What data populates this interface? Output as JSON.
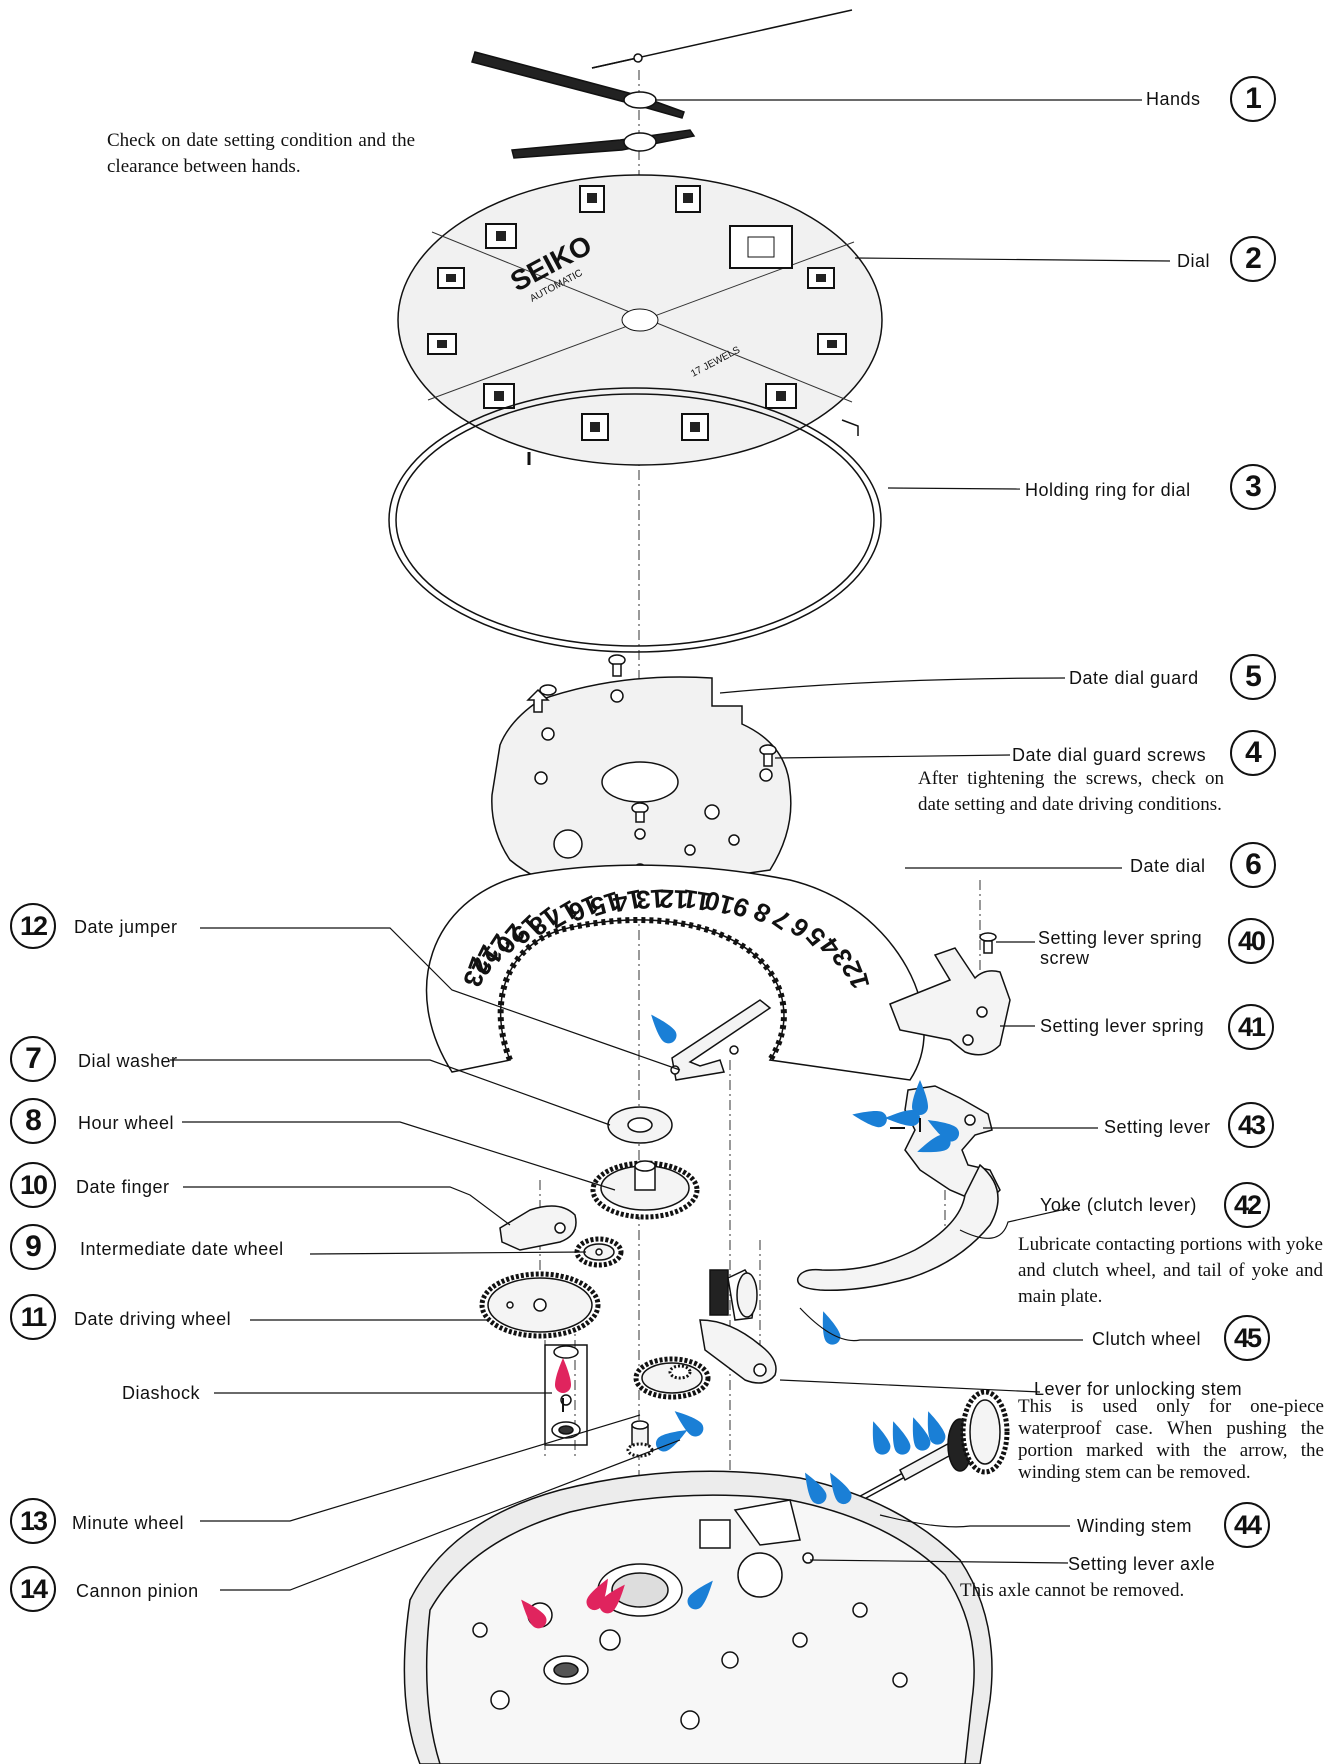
{
  "brand": {
    "logo_text": "SEIKO",
    "sub_text": "AUTOMATIC",
    "jewels_text": "17 JEWELS"
  },
  "notes": {
    "hands": "Check on date setting condition and the clearance between hands.",
    "screws": "After tightening the screws, check on date setting and date driving conditions.",
    "yoke": "Lubricate contacting portions with yoke and clutch wheel, and tail of yoke and main plate.",
    "lever": "This is used only for one-piece waterproof case. When pushing the portion marked with the arrow, the winding stem can be removed.",
    "axle": "This axle cannot be removed."
  },
  "parts": [
    {
      "number": "1",
      "label": "Hands"
    },
    {
      "number": "2",
      "label": "Dial"
    },
    {
      "number": "3",
      "label": "Holding ring for dial"
    },
    {
      "number": "5",
      "label": "Date dial guard"
    },
    {
      "number": "4",
      "label": "Date dial guard screws"
    },
    {
      "number": "6",
      "label": "Date dial"
    },
    {
      "number": "12",
      "label": "Date jumper"
    },
    {
      "number": "40",
      "label": "Setting lever spring",
      "label2": "screw"
    },
    {
      "number": "41",
      "label": "Setting lever spring"
    },
    {
      "number": "7",
      "label": "Dial washer"
    },
    {
      "number": "8",
      "label": "Hour wheel"
    },
    {
      "number": "43",
      "label": "Setting lever"
    },
    {
      "number": "10",
      "label": "Date finger"
    },
    {
      "number": "42",
      "label": "Yoke (clutch lever)"
    },
    {
      "number": "9",
      "label": "Intermediate date wheel"
    },
    {
      "number": "11",
      "label": "Date driving wheel"
    },
    {
      "number": "45",
      "label": "Clutch wheel"
    },
    {
      "label": "Diashock"
    },
    {
      "label": "Lever for unlocking stem"
    },
    {
      "number": "13",
      "label": "Minute wheel"
    },
    {
      "number": "44",
      "label": "Winding stem"
    },
    {
      "number": "14",
      "label": "Cannon pinion"
    },
    {
      "label": "Setting lever axle"
    }
  ],
  "date_numbers": [
    "23",
    "22",
    "21",
    "20",
    "19",
    "18",
    "17",
    "16",
    "15",
    "14",
    "13",
    "12",
    "11",
    "10",
    "9",
    "8",
    "7",
    "6",
    "5",
    "4",
    "3",
    "2",
    "1"
  ],
  "colors": {
    "ink": "#111111",
    "oil_blue": "#1a7fd6",
    "oil_red": "#e0245e"
  }
}
